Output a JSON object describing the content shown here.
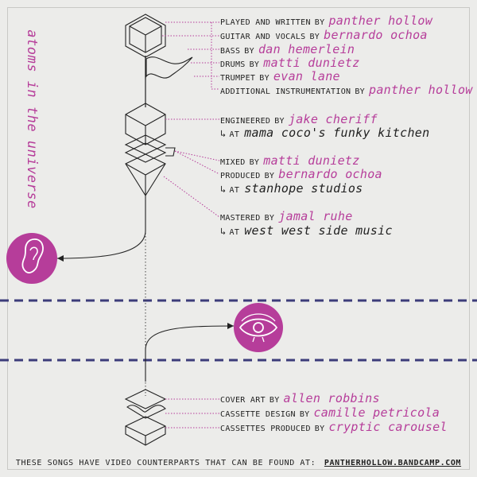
{
  "album_title": "atoms in the universe",
  "credits": [
    {
      "role": "Played and Written",
      "by": "by",
      "name": "panther hollow"
    },
    {
      "role": "Guitar and Vocals",
      "by": "by",
      "name": "bernardo ochoa"
    },
    {
      "role": "Bass",
      "by": "by",
      "name": "dan hemerlein"
    },
    {
      "role": "Drums",
      "by": "by",
      "name": "matti dunietz"
    },
    {
      "role": "Trumpet",
      "by": "by",
      "name": "evan lane"
    },
    {
      "role": "Additional Instrumentation",
      "by": "by",
      "name": "panther hollow"
    },
    {
      "role": "Engineered",
      "by": "by",
      "name": "jake cheriff"
    },
    {
      "at_arrow": "↳",
      "at": "at",
      "venue": "mama coco's funky kitchen"
    },
    {
      "role": "Mixed",
      "by": "by",
      "name": "matti dunietz"
    },
    {
      "role": "Produced",
      "by": "by",
      "name": "bernardo ochoa"
    },
    {
      "at_arrow": "↳",
      "at": "at",
      "venue": "stanhope studios"
    },
    {
      "role": "Mastered",
      "by": "by",
      "name": "jamal ruhe"
    },
    {
      "at_arrow": "↳",
      "at": "at",
      "venue": "west west side music"
    },
    {
      "role": "Cover Art",
      "by": "by",
      "name": "allen robbins"
    },
    {
      "role": "Cassette Design",
      "by": "by",
      "name": "camille petricola"
    },
    {
      "role": "Cassettes Produced",
      "by": "by",
      "name": "cryptic carousel"
    }
  ],
  "footer": {
    "text": "These songs have video counterparts that can be found at:",
    "url": "pantherhollow.bandcamp.com"
  },
  "icons": {
    "ear": "ear-icon",
    "eye": "eye-icon"
  },
  "colors": {
    "accent": "#b63d9a",
    "divider": "#3c3c7a",
    "background": "#ececea"
  }
}
